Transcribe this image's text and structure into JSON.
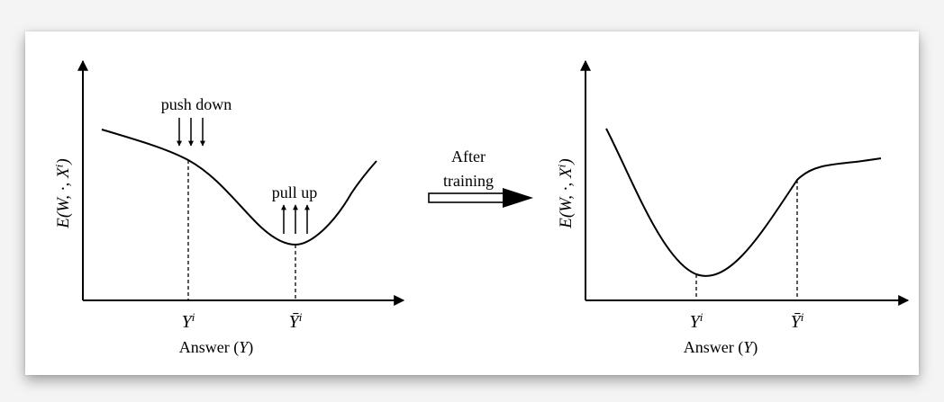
{
  "panel_left": {
    "ylabel": "E(W, ·, Xⁱ)",
    "xlabel_prefix": "Answer (",
    "xlabel_var": "Y",
    "xlabel_suffix": ")",
    "tick_1_base": "Y",
    "tick_1_sup": "i",
    "tick_2_base": "Ȳ",
    "tick_2_sup": "i",
    "push_label": "push down",
    "pull_label": "pull up"
  },
  "arrow_center": {
    "line1": "After",
    "line2": "training"
  },
  "panel_right": {
    "ylabel": "E(W, ·, Xⁱ)",
    "xlabel_prefix": "Answer (",
    "xlabel_var": "Y",
    "xlabel_suffix": ")",
    "tick_1_base": "Y",
    "tick_1_sup": "i",
    "tick_2_base": "Ȳ",
    "tick_2_sup": "i"
  },
  "colors": {
    "ink": "#000000",
    "card": "#ffffff",
    "background": "#f4f4f4"
  }
}
